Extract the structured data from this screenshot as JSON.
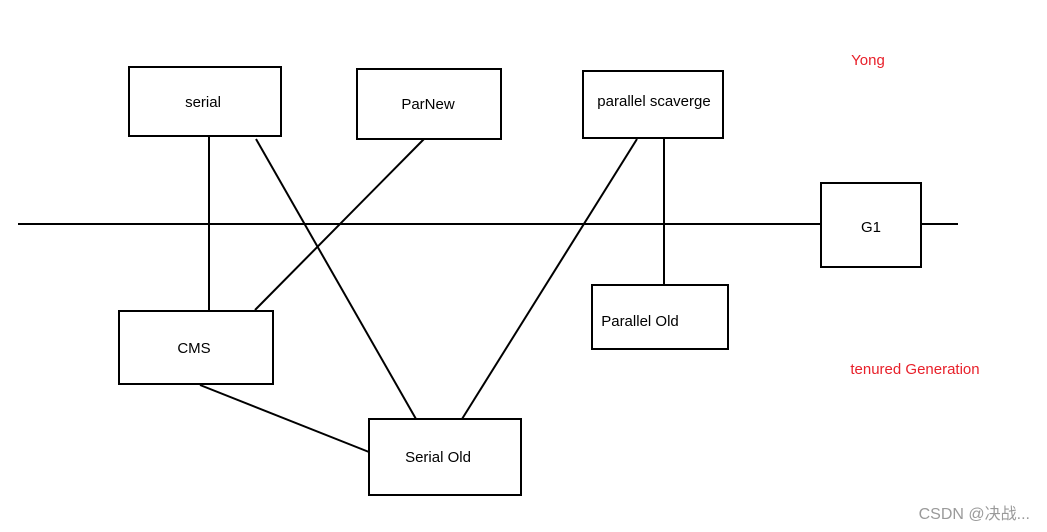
{
  "diagram": {
    "nodes": {
      "serial": "serial",
      "parnew": "ParNew",
      "parallel_scavenge": "parallel scaverge",
      "g1": "G1",
      "cms": "CMS",
      "parallel_old": "Parallel Old",
      "serial_old": "Serial Old"
    },
    "labels": {
      "young": "Yong",
      "tenured": "tenured Generation"
    },
    "edges": [
      [
        "serial",
        "cms"
      ],
      [
        "serial",
        "serial_old"
      ],
      [
        "parnew",
        "cms"
      ],
      [
        "parallel_scavenge",
        "serial_old"
      ],
      [
        "parallel_scavenge",
        "parallel_old"
      ],
      [
        "cms",
        "serial_old"
      ]
    ],
    "watermark": "CSDN @决战..."
  },
  "colors": {
    "label": "#e8202a",
    "line": "#000000"
  }
}
